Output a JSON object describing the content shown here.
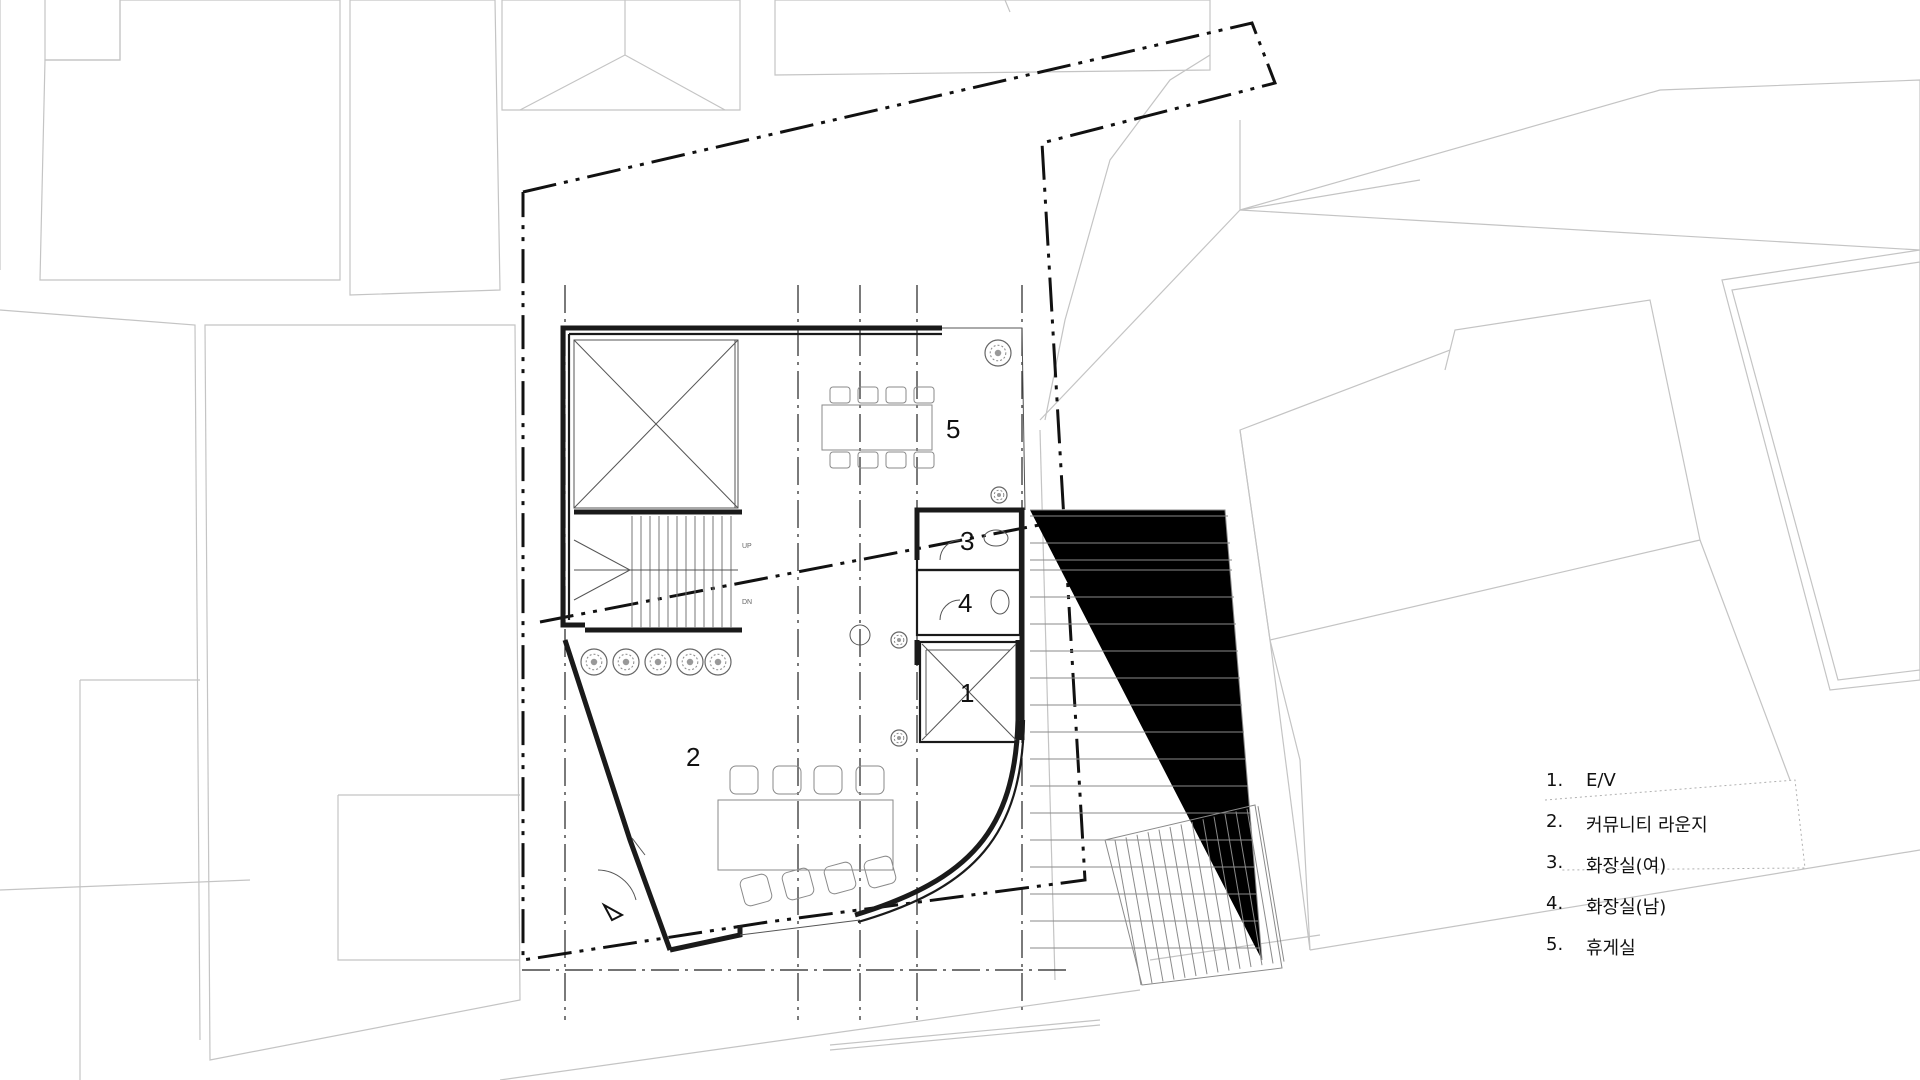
{
  "plan": {
    "rooms": [
      {
        "number": "1"
      },
      {
        "number": "2"
      },
      {
        "number": "3"
      },
      {
        "number": "4"
      },
      {
        "number": "5"
      }
    ],
    "stair_up_label": "UP",
    "stair_down_label": "DN"
  },
  "legend": {
    "items": [
      {
        "number": "1.",
        "label": "E/V"
      },
      {
        "number": "2.",
        "label": "커뮤니티 라운지"
      },
      {
        "number": "3.",
        "label": "화장실(여)"
      },
      {
        "number": "4.",
        "label": "화장실(남)"
      },
      {
        "number": "5.",
        "label": "휴게실"
      }
    ]
  }
}
